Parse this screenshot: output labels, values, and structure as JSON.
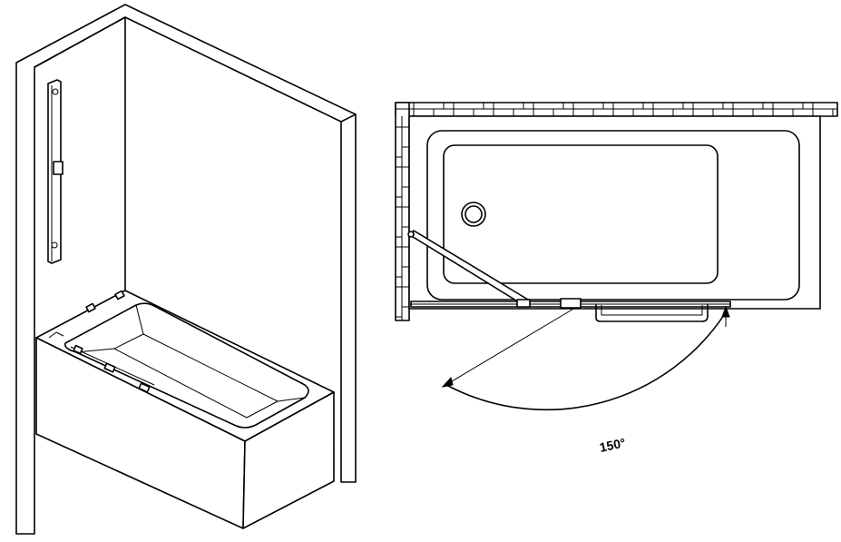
{
  "figure": {
    "left_view": "isometric-view",
    "right_view": "plan-view",
    "annotation": {
      "angle_label": "150°"
    }
  }
}
